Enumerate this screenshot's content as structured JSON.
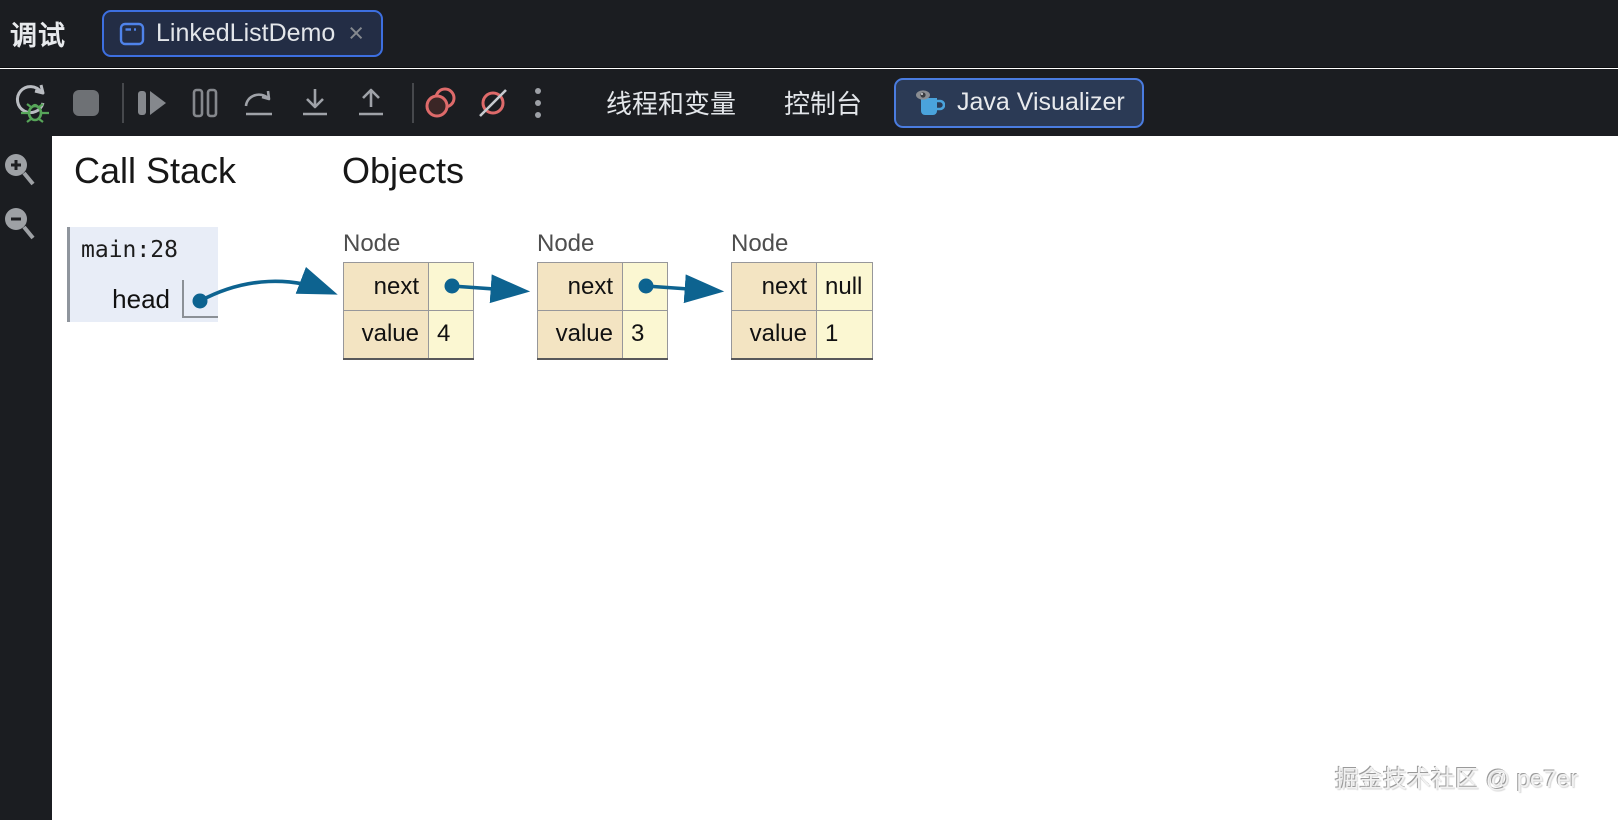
{
  "titlebar": {
    "title": "调试",
    "tab": {
      "label": "LinkedListDemo",
      "close_glyph": "×"
    }
  },
  "toolbar": {
    "tabs": [
      {
        "label": "线程和变量"
      },
      {
        "label": "控制台"
      }
    ],
    "visualizer_label": "Java Visualizer"
  },
  "visualizer": {
    "call_stack_title": "Call Stack",
    "objects_title": "Objects",
    "frame": {
      "name": "main:28",
      "var_name": "head"
    },
    "nodes": [
      {
        "type": "Node",
        "rows": [
          {
            "label": "next",
            "value": ""
          },
          {
            "label": "value",
            "value": "4"
          }
        ]
      },
      {
        "type": "Node",
        "rows": [
          {
            "label": "next",
            "value": ""
          },
          {
            "label": "value",
            "value": "3"
          }
        ]
      },
      {
        "type": "Node",
        "rows": [
          {
            "label": "next",
            "value": "null"
          },
          {
            "label": "value",
            "value": "1"
          }
        ]
      }
    ]
  },
  "watermark": "掘金技术社区 @ pe7er",
  "colors": {
    "dark_bg": "#1b1d21",
    "accent_blue": "#3d6fe0",
    "pointer_blue": "#0d6390",
    "node_field_bg": "#f3e4c2",
    "node_value_bg": "#fbf7d2",
    "frame_bg": "#e8edf7",
    "breakpoint_red": "#de6a6a",
    "bug_green": "#57a559"
  }
}
